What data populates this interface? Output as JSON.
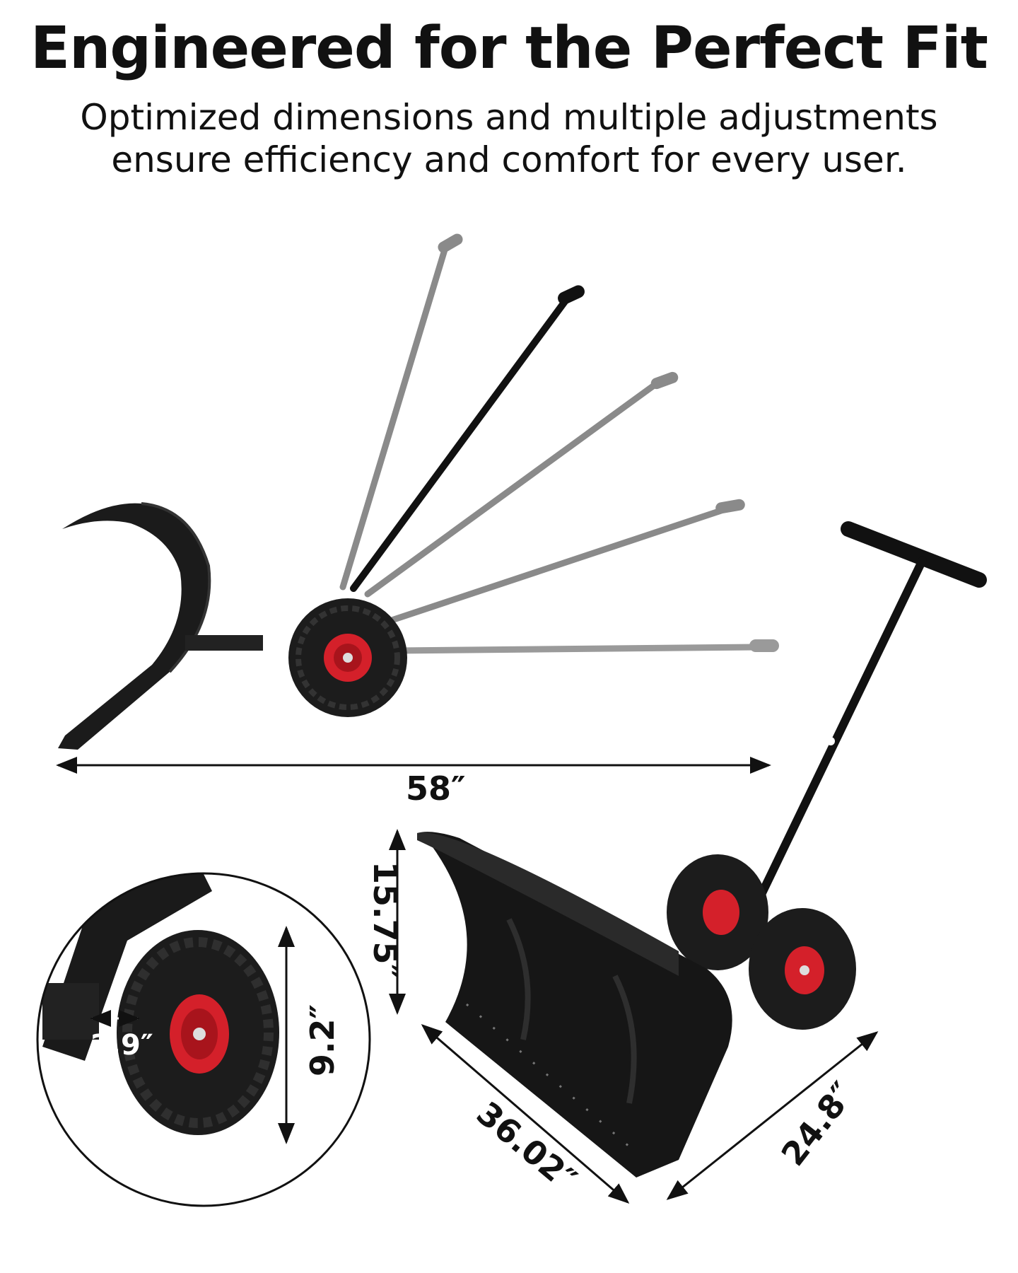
{
  "heading": {
    "title": "Engineered for the Perfect Fit",
    "subtitle": "Optimized dimensions and multiple adjustments ensure efficiency and comfort for every user."
  },
  "dimensions": {
    "overall_length": "58″",
    "blade_height": "15.75″",
    "blade_width": "36.02″",
    "blade_depth": "24.8″",
    "wheel_diameter": "9.2″",
    "wheel_width": "2.9″"
  },
  "colors": {
    "text": "#111111",
    "blade": "#1a1a1a",
    "handle_active": "#111111",
    "handle_ghost": "#7a7a7a",
    "tire": "#1c1c1c",
    "rim": "#d4202a"
  }
}
